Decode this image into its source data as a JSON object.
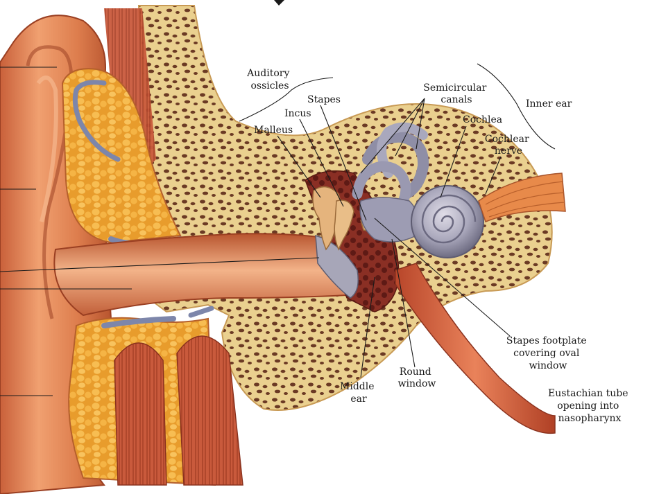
{
  "labels": {
    "auditory_ossicles": [
      "Auditory",
      "ossicles"
    ],
    "stapes": "Stapes",
    "incus": "Incus",
    "malleus": "Malleus",
    "semicircular_canals": [
      "Semicircular",
      "canals"
    ],
    "inner_ear": "Inner ear",
    "cochlea": "Cochlea",
    "cochlear_nerve": [
      "Cochlear",
      "nerve"
    ],
    "stapes_footplate": [
      "Stapes footplate",
      "covering oval",
      "window"
    ],
    "round_window": [
      "Round",
      "window"
    ],
    "middle_ear": [
      "Middle",
      "ear"
    ],
    "eustachian_tube": [
      "Eustachian tube",
      "opening into",
      "nasopharynx"
    ]
  },
  "colors": {
    "skin": "#d9774a",
    "skin_light": "#f0a070",
    "skin_dark": "#a8482a",
    "bone": "#e9cc8c",
    "bone_pore": "#6b3a24",
    "fat": "#f2a83a",
    "cartilage": "#8a93b5",
    "muscle": "#c8583a",
    "labyrinth": "#9b9bb0",
    "cavity": "#7a2a22"
  }
}
